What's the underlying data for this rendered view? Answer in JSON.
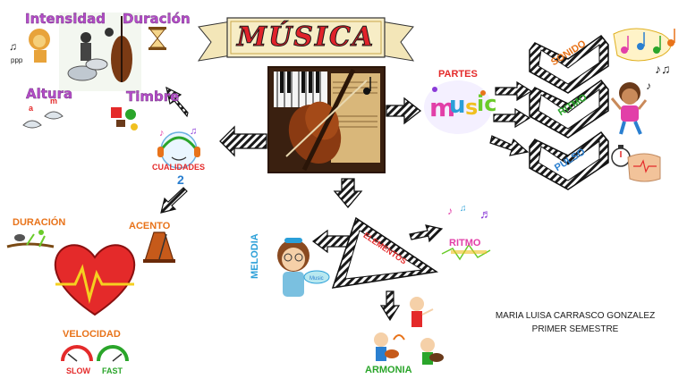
{
  "title": "MÚSICA",
  "qualities": {
    "center": "CUALIDADES",
    "intensidad": "Intensidad",
    "duracion": "Duración",
    "altura": "Altura",
    "timbre": "Timbre"
  },
  "parts": {
    "header": "PARTES",
    "sonido": "SONIDO",
    "ritmo": "RITMO",
    "pulso": "PULSO"
  },
  "elements": {
    "header": "ELEMENTOS",
    "melodia": "MELODIA",
    "ritmo": "RITMO",
    "armonia": "ARMONIA"
  },
  "left_branch": {
    "duracion": "DURACIÓN",
    "acento": "ACENTO",
    "velocidad": "VELOCIDAD",
    "slow": "SLOW",
    "fast": "FAST"
  },
  "author": {
    "name": "MARIA LUISA CARRASCO GONZALEZ",
    "semester": "PRIMER SEMESTRE"
  },
  "colors": {
    "title_red": "#e0222a",
    "heart_red": "#e42a2a",
    "orange": "#e8731a",
    "green": "#2aa52a",
    "blue": "#2a7fd0",
    "purple": "#b44cc8",
    "pink": "#e23fa8"
  }
}
